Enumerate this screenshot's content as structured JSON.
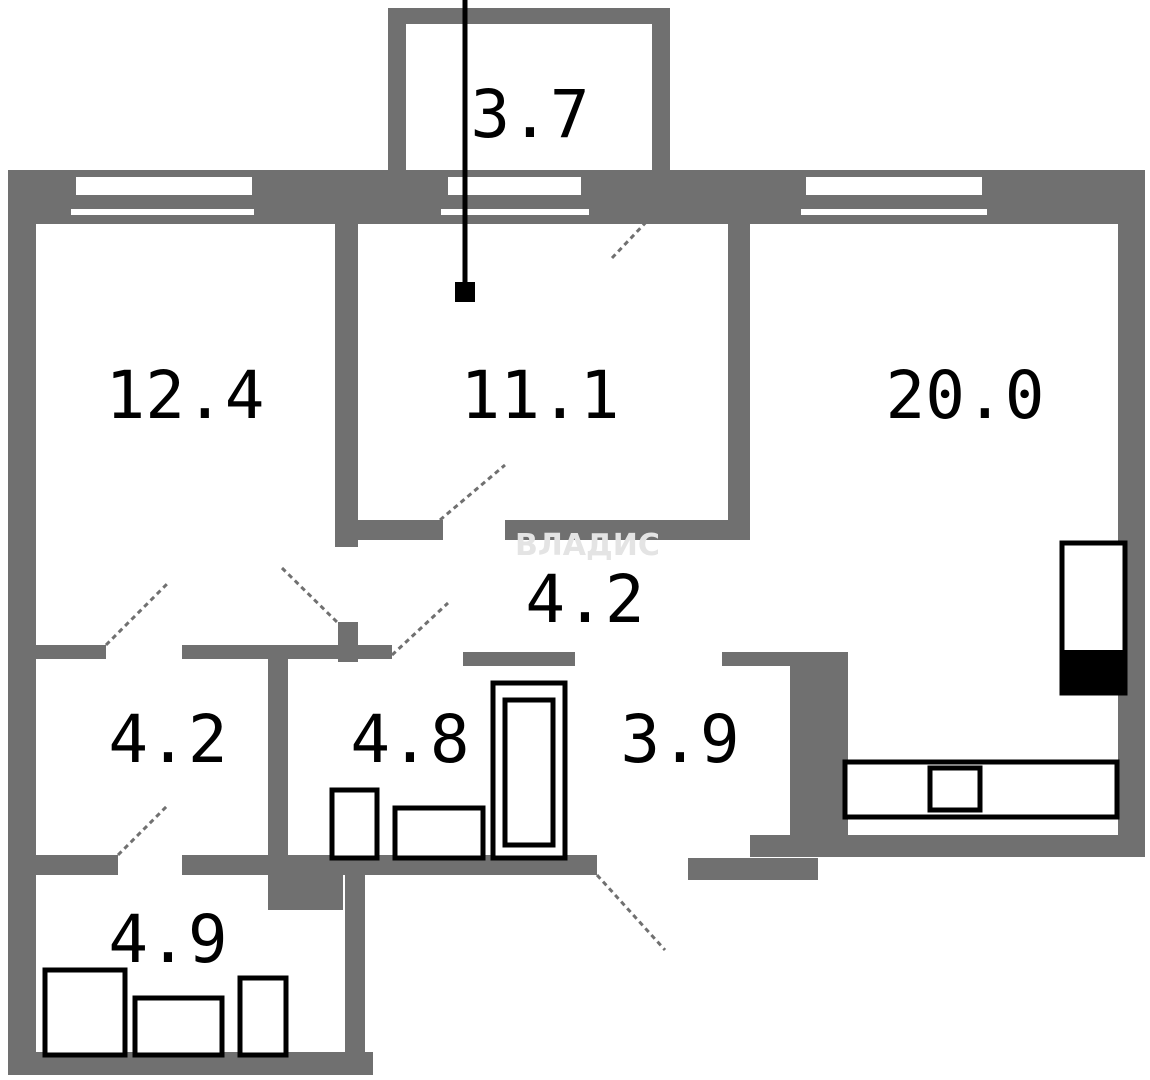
{
  "plan": {
    "rooms": [
      {
        "id": "balcony",
        "area": "3.7"
      },
      {
        "id": "bedroom-left",
        "area": "12.4"
      },
      {
        "id": "bedroom-middle",
        "area": "11.1"
      },
      {
        "id": "living-kitchen",
        "area": "20.0"
      },
      {
        "id": "hallway",
        "area": "4.2"
      },
      {
        "id": "storage",
        "area": "4.2"
      },
      {
        "id": "bathroom",
        "area": "4.8"
      },
      {
        "id": "corridor",
        "area": "3.9"
      },
      {
        "id": "wc-laundry",
        "area": "4.9"
      }
    ],
    "watermark": "ВЛАДИС",
    "wall_color": "#707070"
  }
}
